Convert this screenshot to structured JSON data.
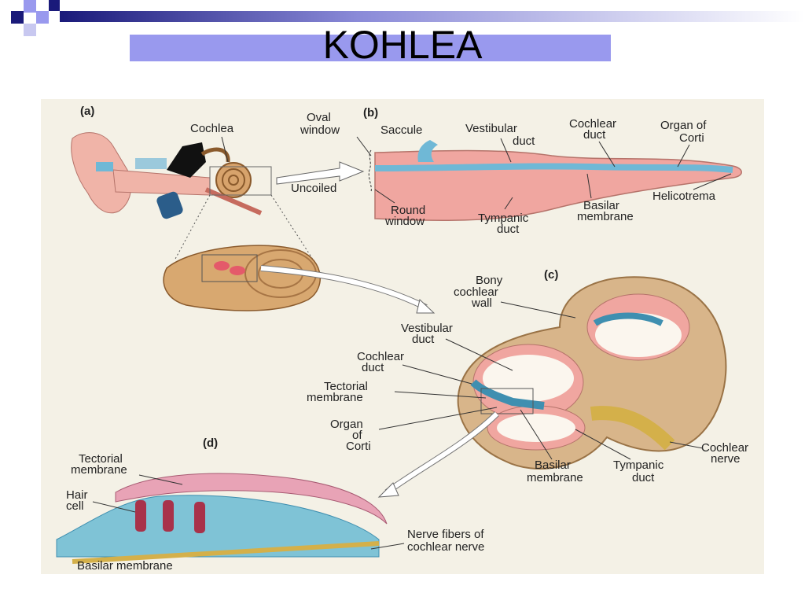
{
  "slide": {
    "title": "KOHLEA"
  },
  "diagram": {
    "panels": [
      "(a)",
      "(b)",
      "(c)",
      "(d)"
    ],
    "labels": {
      "cochlea": "Cochlea",
      "uncoiled": "Uncoiled",
      "oval_window_1": "Oval",
      "oval_window_2": "window",
      "saccule": "Saccule",
      "vestibular_duct_b_1": "Vestibular",
      "vestibular_duct_b_2": "duct",
      "cochlear_duct_b_1": "Cochlear",
      "cochlear_duct_b_2": "duct",
      "organ_corti_b_1": "Organ of",
      "organ_corti_b_2": "Corti",
      "helicotrema": "Helicotrema",
      "round_window_1": "Round",
      "round_window_2": "window",
      "tympanic_duct_b_1": "Tympanic",
      "tympanic_duct_b_2": "duct",
      "basilar_membrane_b_1": "Basilar",
      "basilar_membrane_b_2": "membrane",
      "bony_wall_1": "Bony",
      "bony_wall_2": "cochlear",
      "bony_wall_3": "wall",
      "vestibular_duct_c_1": "Vestibular",
      "vestibular_duct_c_2": "duct",
      "cochlear_duct_c_1": "Cochlear",
      "cochlear_duct_c_2": "duct",
      "tectorial_membrane_c_1": "Tectorial",
      "tectorial_membrane_c_2": "membrane",
      "organ_corti_c_1": "Organ",
      "organ_corti_c_2": "of",
      "organ_corti_c_3": "Corti",
      "basilar_membrane_c_1": "Basilar",
      "basilar_membrane_c_2": "membrane",
      "tympanic_duct_c_1": "Tympanic",
      "tympanic_duct_c_2": "duct",
      "cochlear_nerve_1": "Cochlear",
      "cochlear_nerve_2": "nerve",
      "tectorial_membrane_d_1": "Tectorial",
      "tectorial_membrane_d_2": "membrane",
      "hair_cell_1": "Hair",
      "hair_cell_2": "cell",
      "nerve_fibers_1": "Nerve fibers of",
      "nerve_fibers_2": "cochlear nerve",
      "basilar_membrane_d": "Basilar  membrane"
    }
  },
  "colors": {
    "accent_dark": "#1a1a7a",
    "accent_light": "#9999ee",
    "tissue_pink": "#f0a6a0",
    "duct_blue": "#6fb8d6",
    "bone_tan": "#d8b58a"
  }
}
